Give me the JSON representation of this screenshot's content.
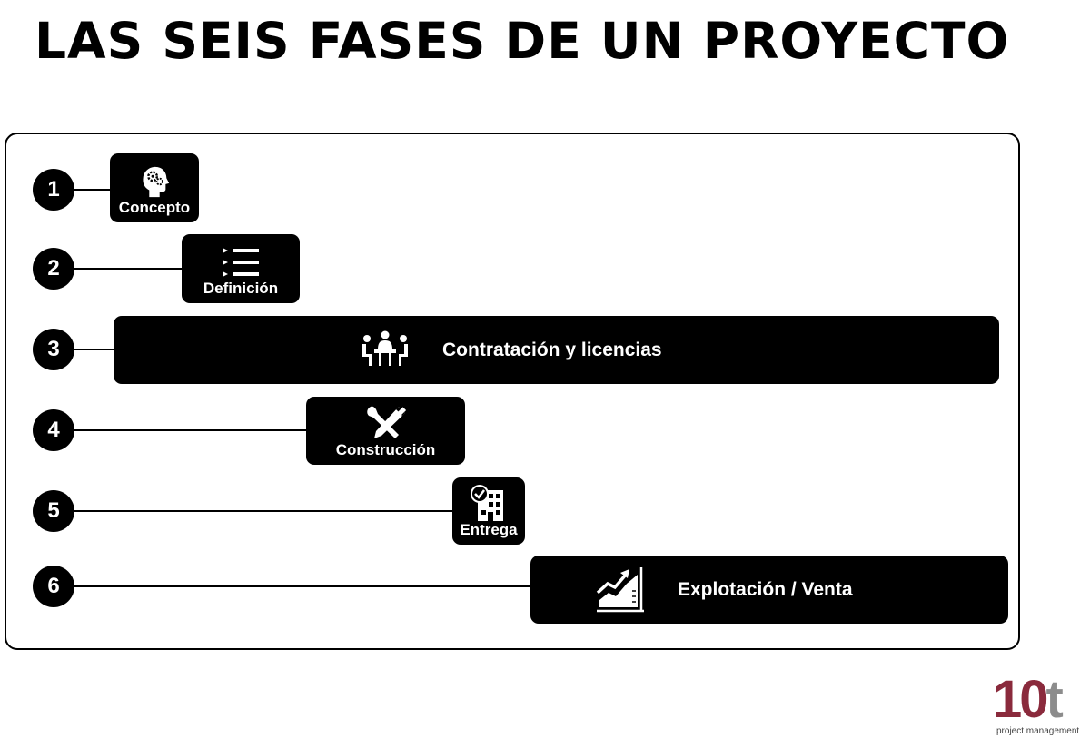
{
  "title": "LAS SEIS FASES DE UN PROYECTO",
  "phases": [
    {
      "number": "1",
      "label": "Concepto",
      "icon": "head-gears-icon"
    },
    {
      "number": "2",
      "label": "Definición",
      "icon": "list-icon"
    },
    {
      "number": "3",
      "label": "Contratación y licencias",
      "icon": "meeting-table-icon"
    },
    {
      "number": "4",
      "label": "Construcción",
      "icon": "tools-icon"
    },
    {
      "number": "5",
      "label": "Entrega",
      "icon": "building-check-icon"
    },
    {
      "number": "6",
      "label": "Explotación / Venta",
      "icon": "growth-chart-icon"
    }
  ],
  "logo": {
    "mark_digits": "10",
    "mark_letter": "t",
    "tagline": "project management"
  },
  "colors": {
    "logo_red": "#8a2a3c",
    "logo_gray": "#8c8c8c",
    "boxes": "#000000"
  }
}
